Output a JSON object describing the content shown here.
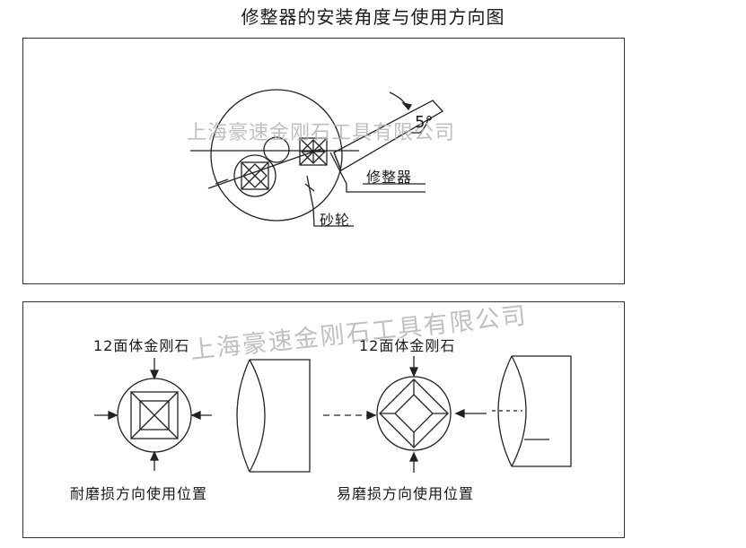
{
  "title": "修整器的安装角度与使用方向图",
  "top_panel": {
    "labels": {
      "dresser": "修整器",
      "wheel": "砂轮",
      "angle": "5°"
    },
    "watermark": "上海豪速金刚石工具有限公司"
  },
  "bottom_panel": {
    "left": {
      "caption_top": "12面体金刚石",
      "caption_bottom": "耐磨损方向使用位置"
    },
    "right": {
      "caption_top": "12面体金刚石",
      "caption_bottom": "易磨损方向使用位置"
    },
    "watermark": "上海豪速金刚石工具有限公司"
  }
}
